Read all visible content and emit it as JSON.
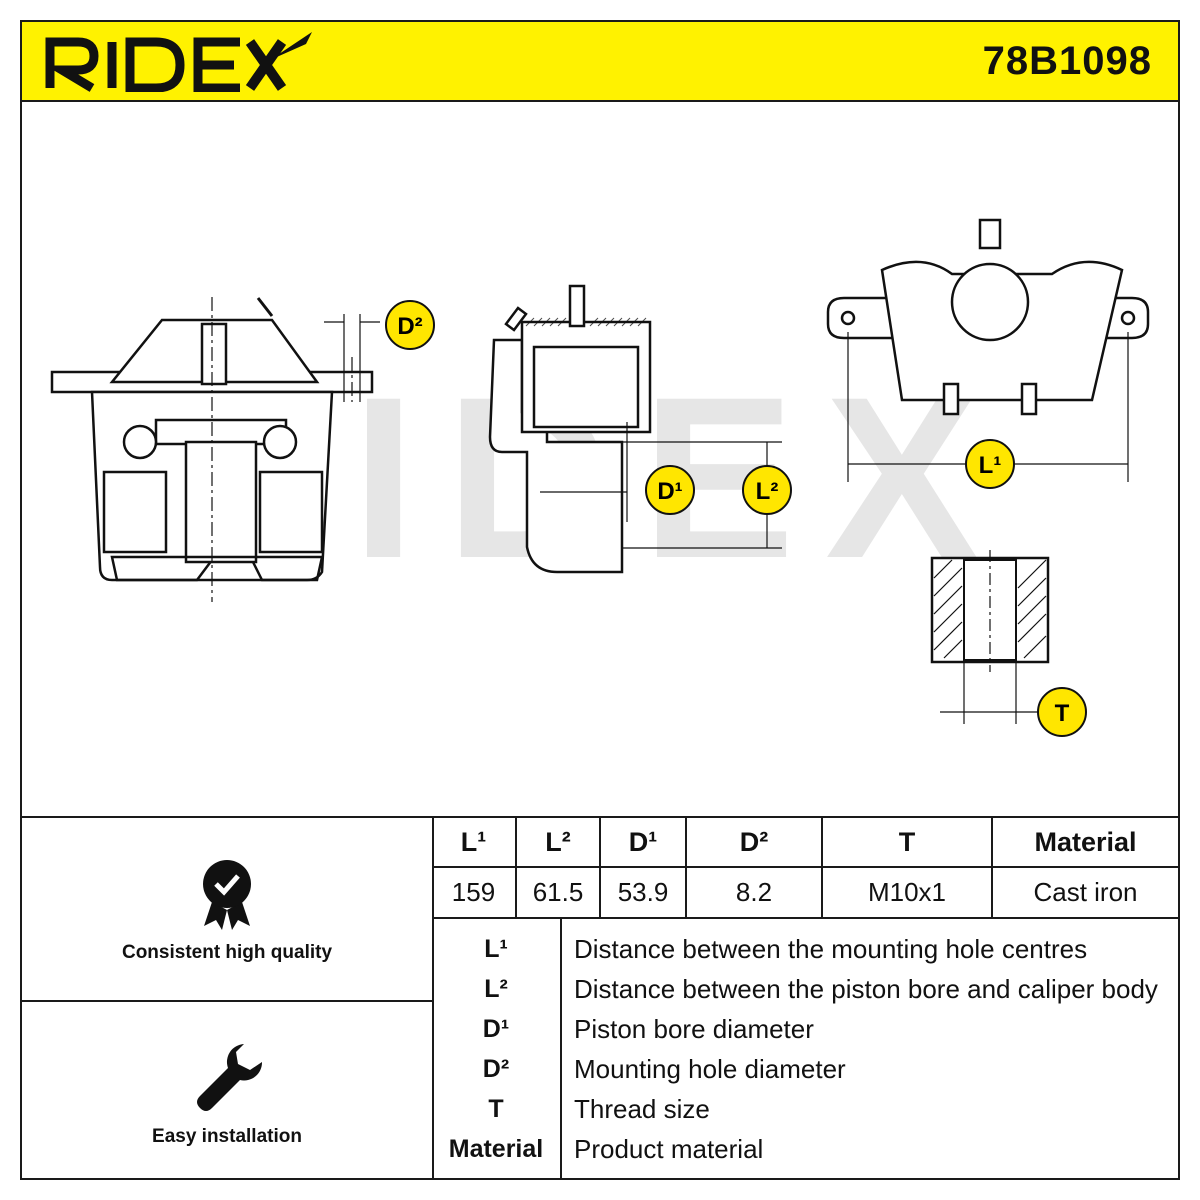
{
  "header": {
    "brand": "RIDEX",
    "part_number": "78B1098"
  },
  "drawing": {
    "watermark": "RIDEX",
    "callouts": {
      "l1": "L¹",
      "l2": "L²",
      "d1": "D¹",
      "d2": "D²",
      "t": "T"
    }
  },
  "features": [
    {
      "icon": "quality-badge-icon",
      "label": "Consistent high quality"
    },
    {
      "icon": "wrench-icon",
      "label": "Easy installation"
    }
  ],
  "specs": {
    "headers": [
      "L¹",
      "L²",
      "D¹",
      "D²",
      "T",
      "Material"
    ],
    "values": [
      "159",
      "61.5",
      "53.9",
      "8.2",
      "M10x1",
      "Cast iron"
    ]
  },
  "legend": [
    {
      "key": "L¹",
      "desc": "Distance between the mounting hole centres"
    },
    {
      "key": "L²",
      "desc": "Distance between the piston bore and caliper body"
    },
    {
      "key": "D¹",
      "desc": "Piston bore diameter"
    },
    {
      "key": "D²",
      "desc": "Mounting hole diameter"
    },
    {
      "key": "T",
      "desc": "Thread size"
    },
    {
      "key": "Material",
      "desc": "Product material"
    }
  ],
  "colors": {
    "header_yellow": "#fff200",
    "callout_yellow": "#ffe600",
    "ink": "#1a1a1a"
  }
}
